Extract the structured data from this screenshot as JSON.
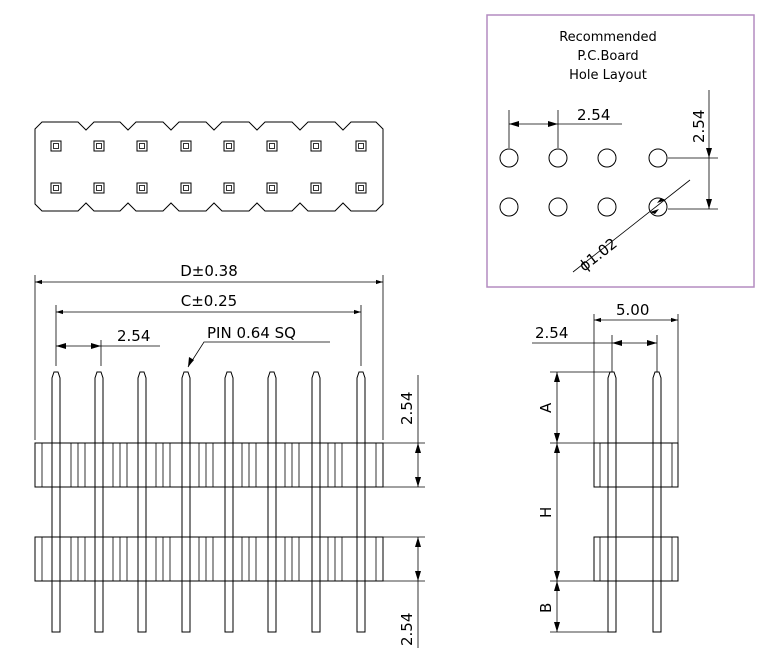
{
  "pcb_layout": {
    "title_line1": "Recommended",
    "title_line2": "P.C.Board",
    "title_line3": "Hole Layout",
    "pitch_h": "2.54",
    "pitch_v": "2.54",
    "hole_dia": "ϕ1.02"
  },
  "front_view": {
    "dim_d": "D±0.38",
    "dim_c": "C±0.25",
    "pitch": "2.54",
    "pin_spec": "PIN 0.64 SQ",
    "upper_len": "2.54",
    "lower_len": "2.54"
  },
  "side_view": {
    "width": "5.00",
    "pitch": "2.54",
    "label_a": "A",
    "label_h": "H",
    "label_b": "B"
  },
  "colors": {
    "line": "#000000",
    "layout_border": "#b48cc0"
  }
}
